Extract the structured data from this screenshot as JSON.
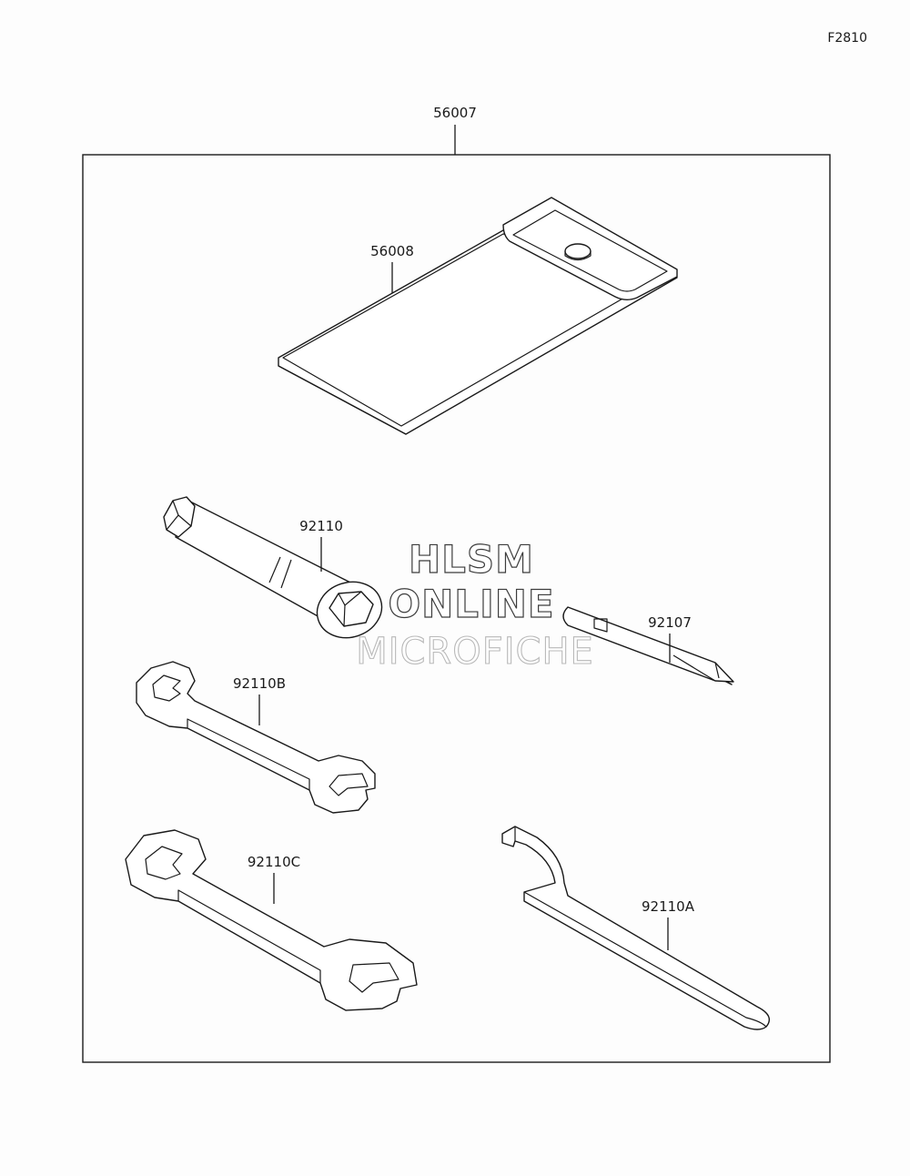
{
  "figure_code": "F2810",
  "parts": {
    "kit": "56007",
    "case": "56008",
    "plug_wrench": "92110",
    "screwdriver": "92107",
    "wrench_small": "92110B",
    "wrench_large": "92110C",
    "hook_wrench": "92110A"
  },
  "watermark": {
    "line1": "HLSM",
    "line2": "ONLINE",
    "line3": "MICROFICHE"
  }
}
